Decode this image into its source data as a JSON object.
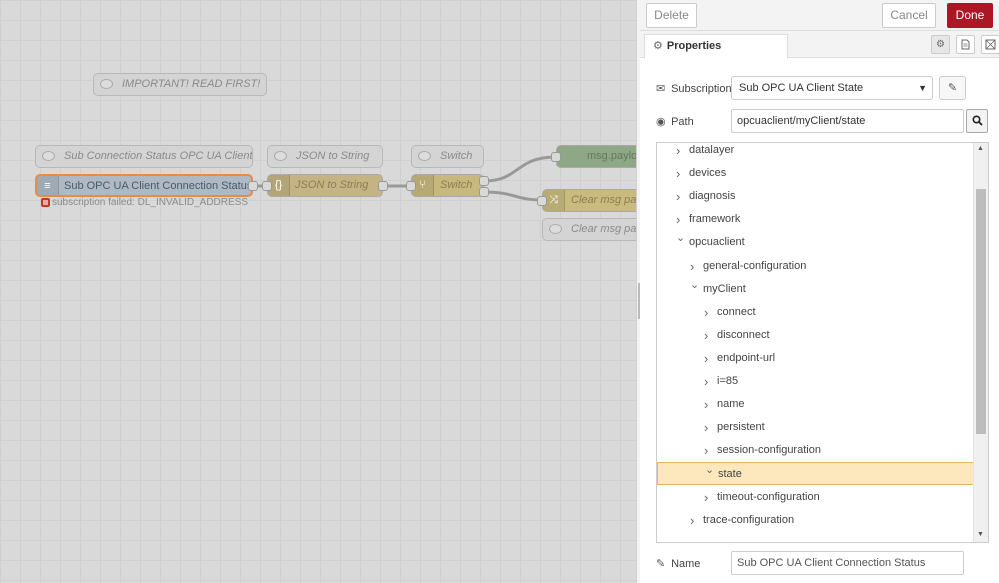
{
  "canvas": {
    "nodes": {
      "comment_important": "IMPORTANT! READ FIRST!",
      "comment_sub": "Sub Connection Status OPC UA Client",
      "comment_json": "JSON to String",
      "comment_switch": "Switch",
      "sub_node": "Sub OPC UA Client Connection Status",
      "json_node": "JSON to String",
      "switch_node": "Switch",
      "debug_node": "msg.payload",
      "change_node": "Clear msg payload",
      "comment_clear": "Clear msg payload"
    },
    "status_text": "subscription failed: DL_INVALID_ADDRESS",
    "colors": {
      "subscribe_node": "#aeb9c4",
      "function_node": "#c4b383",
      "debug_node": "#8ea886",
      "status_error": "#c0392b",
      "selection": "#e58d47"
    }
  },
  "tray": {
    "toolbar": {
      "delete": "Delete",
      "cancel": "Cancel",
      "done": "Done",
      "done_color": "#ad1625"
    },
    "tab": {
      "properties": "Properties"
    },
    "tab_icons": [
      "gear-icon",
      "file-icon",
      "layout-icon"
    ],
    "form": {
      "subscription_label": "Subscription",
      "subscription_value": "Sub OPC UA Client State",
      "path_label": "Path",
      "path_value": "opcuaclient/myClient/state",
      "name_label": "Name",
      "name_value": "Sub OPC UA Client Connection Status"
    },
    "tree": [
      {
        "label": "datalayer",
        "expanded": false
      },
      {
        "label": "devices",
        "expanded": false
      },
      {
        "label": "diagnosis",
        "expanded": false
      },
      {
        "label": "framework",
        "expanded": false
      },
      {
        "label": "opcuaclient",
        "expanded": true
      },
      {
        "label": "general-configuration",
        "expanded": false
      },
      {
        "label": "myClient",
        "expanded": true
      },
      {
        "label": "connect",
        "expanded": false
      },
      {
        "label": "disconnect",
        "expanded": false
      },
      {
        "label": "endpoint-url",
        "expanded": false
      },
      {
        "label": "i=85",
        "expanded": false
      },
      {
        "label": "name",
        "expanded": false
      },
      {
        "label": "persistent",
        "expanded": false
      },
      {
        "label": "session-configuration",
        "expanded": false
      },
      {
        "label": "state",
        "expanded": true,
        "selected": true
      },
      {
        "label": "timeout-configuration",
        "expanded": false
      },
      {
        "label": "trace-configuration",
        "expanded": false
      }
    ]
  }
}
